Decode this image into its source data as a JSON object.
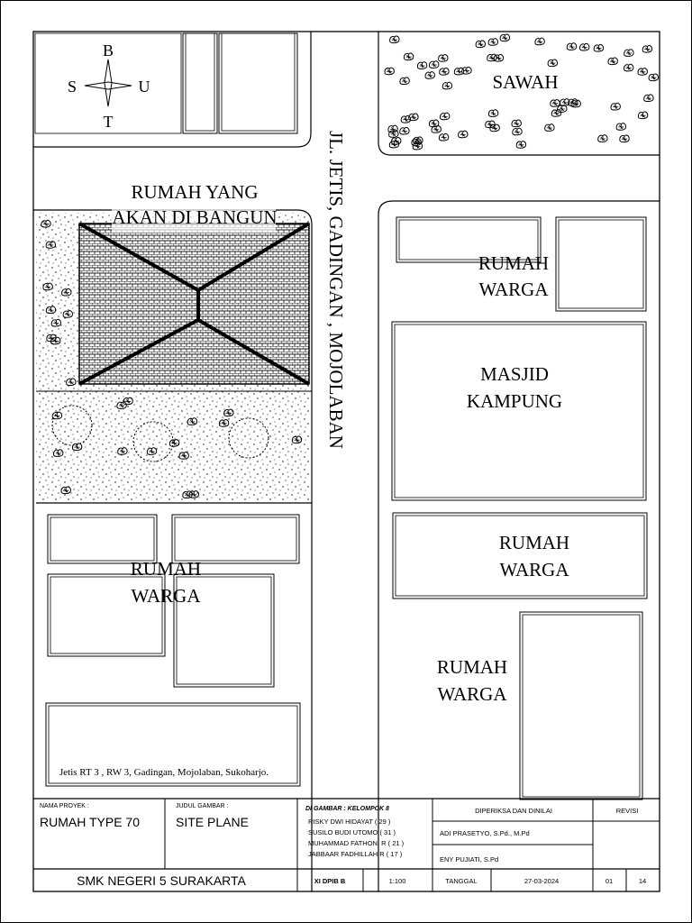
{
  "compass": {
    "north": "B",
    "south": "T",
    "west": "S",
    "east": "U"
  },
  "labels": {
    "sawah": "SAWAH",
    "road": "JL. JETIS, GADINGAN , MOJOLABAN",
    "new_house_line1": "RUMAH YANG",
    "new_house_line2": "AKAN DI BANGUN",
    "rumah_warga_1_line1": "RUMAH",
    "rumah_warga_1_line2": "WARGA",
    "masjid_line1": "MASJID",
    "masjid_line2": "KAMPUNG",
    "rumah_warga_2_line1": "RUMAH",
    "rumah_warga_2_line2": "WARGA",
    "rumah_warga_3_line1": "RUMAH",
    "rumah_warga_3_line2": "WARGA",
    "rumah_warga_4_line1": "RUMAH",
    "rumah_warga_4_line2": "WARGA",
    "address": "Jetis RT 3 , RW 3, Gadingan, Mojolaban, Sukoharjo."
  },
  "title_block": {
    "project_caption": "NAMA PROYEK :",
    "project_value": "RUMAH TYPE 70",
    "drawing_caption": "JUDUL GAMBAR :",
    "drawing_value": "SITE PLANE",
    "drawn_by_caption": "DI GAMBAR : KELOMPOK 8",
    "members": [
      "RISKY DWI HIDAYAT  ( 29 )",
      "SUSILO BUDI UTOMO ( 31 )",
      "MUHAMMAD FATHONI R ( 21 )",
      "JABBAAR FADHILLAH R ( 17 )"
    ],
    "checked_caption": "DIPERIKSA DAN DINILAI",
    "checker_1": "ADI PRASETYO, S.Pd., M.Pd",
    "checker_2": "ENY PUJIATI, S.Pd",
    "revision_caption": "REVISI",
    "school": "SMK NEGERI 5 SURAKARTA",
    "class": "XI DPIB B",
    "scale": "1:100",
    "date_caption": "TANGGAL",
    "date": "27-03-2024",
    "sheet_no": "01",
    "sheet_total": "14"
  }
}
